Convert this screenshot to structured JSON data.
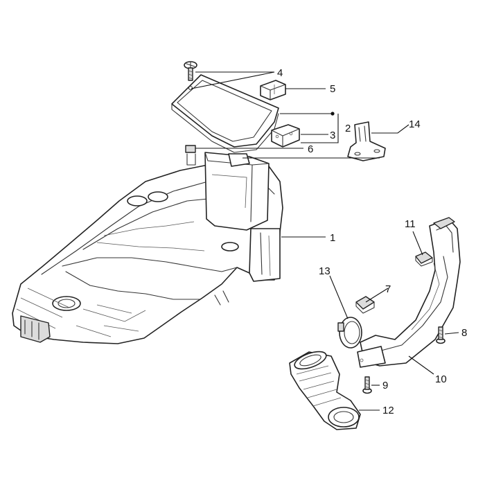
{
  "callouts": [
    {
      "id": "1",
      "label": "1"
    },
    {
      "id": "2",
      "label": "2"
    },
    {
      "id": "3",
      "label": "3"
    },
    {
      "id": "4",
      "label": "4"
    },
    {
      "id": "5",
      "label": "5"
    },
    {
      "id": "6",
      "label": "6"
    },
    {
      "id": "7",
      "label": "7"
    },
    {
      "id": "8",
      "label": "8"
    },
    {
      "id": "9",
      "label": "9"
    },
    {
      "id": "10",
      "label": "10"
    },
    {
      "id": "11",
      "label": "11"
    },
    {
      "id": "12",
      "label": "12"
    },
    {
      "id": "13",
      "label": "13"
    },
    {
      "id": "14",
      "label": "14"
    }
  ],
  "colors": {
    "line": "#222222",
    "shade": "#dcdcdc",
    "background": "#ffffff"
  }
}
